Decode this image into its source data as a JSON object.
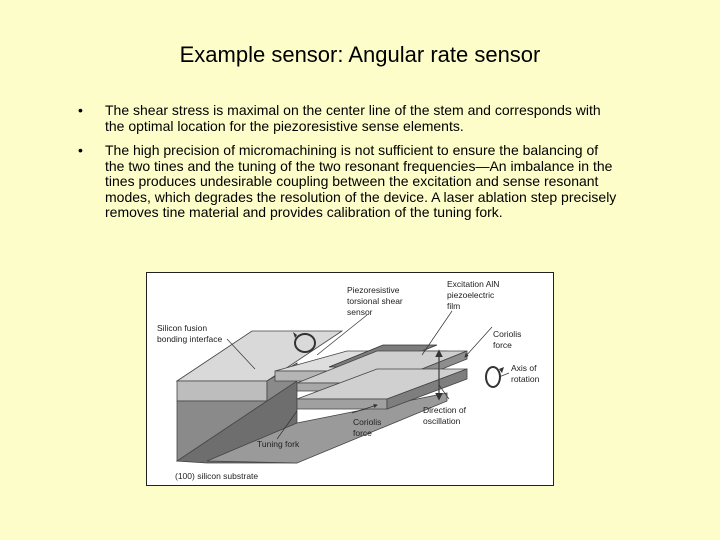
{
  "slide": {
    "title": "Example sensor: Angular rate sensor",
    "bullets": [
      {
        "marker": "•",
        "text": "The shear stress is maximal on the center line of the stem and corresponds with the optimal location for the piezoresistive sense elements."
      },
      {
        "marker": "•",
        "text": "The high precision of micromachining is not sufficient to ensure the balancing of the two tines and the tuning of the two resonant frequencies—An imbalance in the tines produces undesirable coupling between the excitation and sense resonant modes, which degrades the resolution of the device. A laser ablation step precisely removes tine material and provides calibration of the tuning fork."
      }
    ]
  },
  "figure": {
    "labels": {
      "silicon_fusion_1": "Silicon fusion",
      "silicon_fusion_2": "bonding interface",
      "piezo_1": "Piezoresistive",
      "piezo_2": "torsional shear",
      "piezo_3": "sensor",
      "excitation_1": "Excitation AlN",
      "excitation_2": "piezoelectric",
      "excitation_3": "film",
      "coriolis_top_1": "Coriolis",
      "coriolis_top_2": "force",
      "axis_1": "Axis of",
      "axis_2": "rotation",
      "direction_1": "Direction of",
      "direction_2": "oscillation",
      "coriolis_bottom_1": "Coriolis",
      "coriolis_bottom_2": "force",
      "tuning_fork": "Tuning fork",
      "substrate": "(100) silicon substrate"
    },
    "colors": {
      "light_face": "#d8d8d8",
      "mid_face": "#b4b4b4",
      "dark_face": "#6a6a6a",
      "film": "#7c7c7c"
    }
  }
}
